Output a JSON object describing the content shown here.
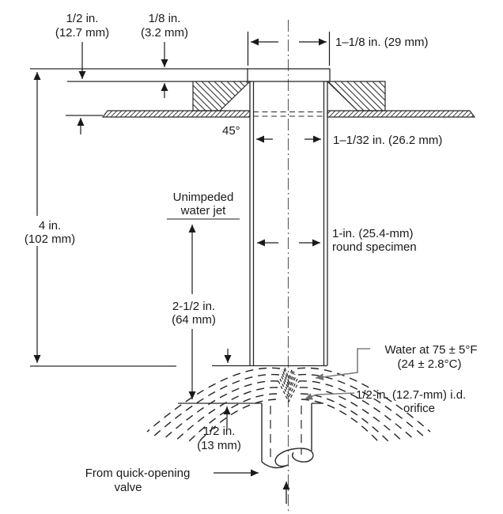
{
  "figure": {
    "labels": {
      "dim_half_top": {
        "line1": "1/2 in.",
        "line2": "(12.7 mm)"
      },
      "dim_eighth": {
        "line1": "1/8 in.",
        "line2": "(3.2 mm)"
      },
      "dim_cap_width": {
        "text": "1–1/8 in. (29 mm)"
      },
      "dim_bore": {
        "text": "1–1/32 in. (26.2 mm)"
      },
      "angle": {
        "text": "45°"
      },
      "dim_four": {
        "line1": "4 in.",
        "line2": "(102 mm)"
      },
      "unimpeded": {
        "line1": "Unimpeded",
        "line2": "water jet"
      },
      "specimen": {
        "line1": "1-in. (25.4-mm)",
        "line2": "round specimen"
      },
      "dim_two_half": {
        "line1": "2-1/2 in.",
        "line2": "(64 mm)"
      },
      "water_temp": {
        "line1": "Water at 75 ± 5°F",
        "line2": "(24 ± 2.8°C)"
      },
      "orifice": {
        "line1": "1/2-in. (12.7-mm) i.d.",
        "line2": "orifice"
      },
      "dim_half_gap": {
        "line1": "1/2 in.",
        "line2": "(13 mm)"
      },
      "valve": {
        "line1": "From quick-opening",
        "line2": "valve"
      }
    },
    "colors": {
      "ink": "#1a1a1a",
      "line": "#2a2a2a",
      "leader": "#7e7e7e"
    }
  }
}
